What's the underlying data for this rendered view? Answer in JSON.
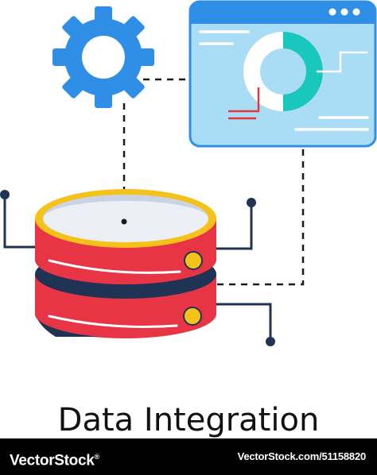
{
  "title": "Data Integration",
  "watermark": {
    "brand": "VectorStock",
    "registered_mark": "®",
    "stock_id": "VectorStock.com/51158820"
  },
  "icons": [
    "gear-icon",
    "browser-window-icon",
    "donut-chart-icon",
    "database-icon"
  ],
  "colors": {
    "gear": "#2f8fe6",
    "window_fill": "#a9dcf5",
    "window_border": "#2f8fe6",
    "donut_teal": "#19c7bd",
    "database_red": "#e83545",
    "database_dark": "#1f3355",
    "database_top": "#ecf0f6",
    "rim_yellow": "#f5c21c",
    "accent_line": "#e23a3a",
    "connector": "#1a1a1a"
  }
}
